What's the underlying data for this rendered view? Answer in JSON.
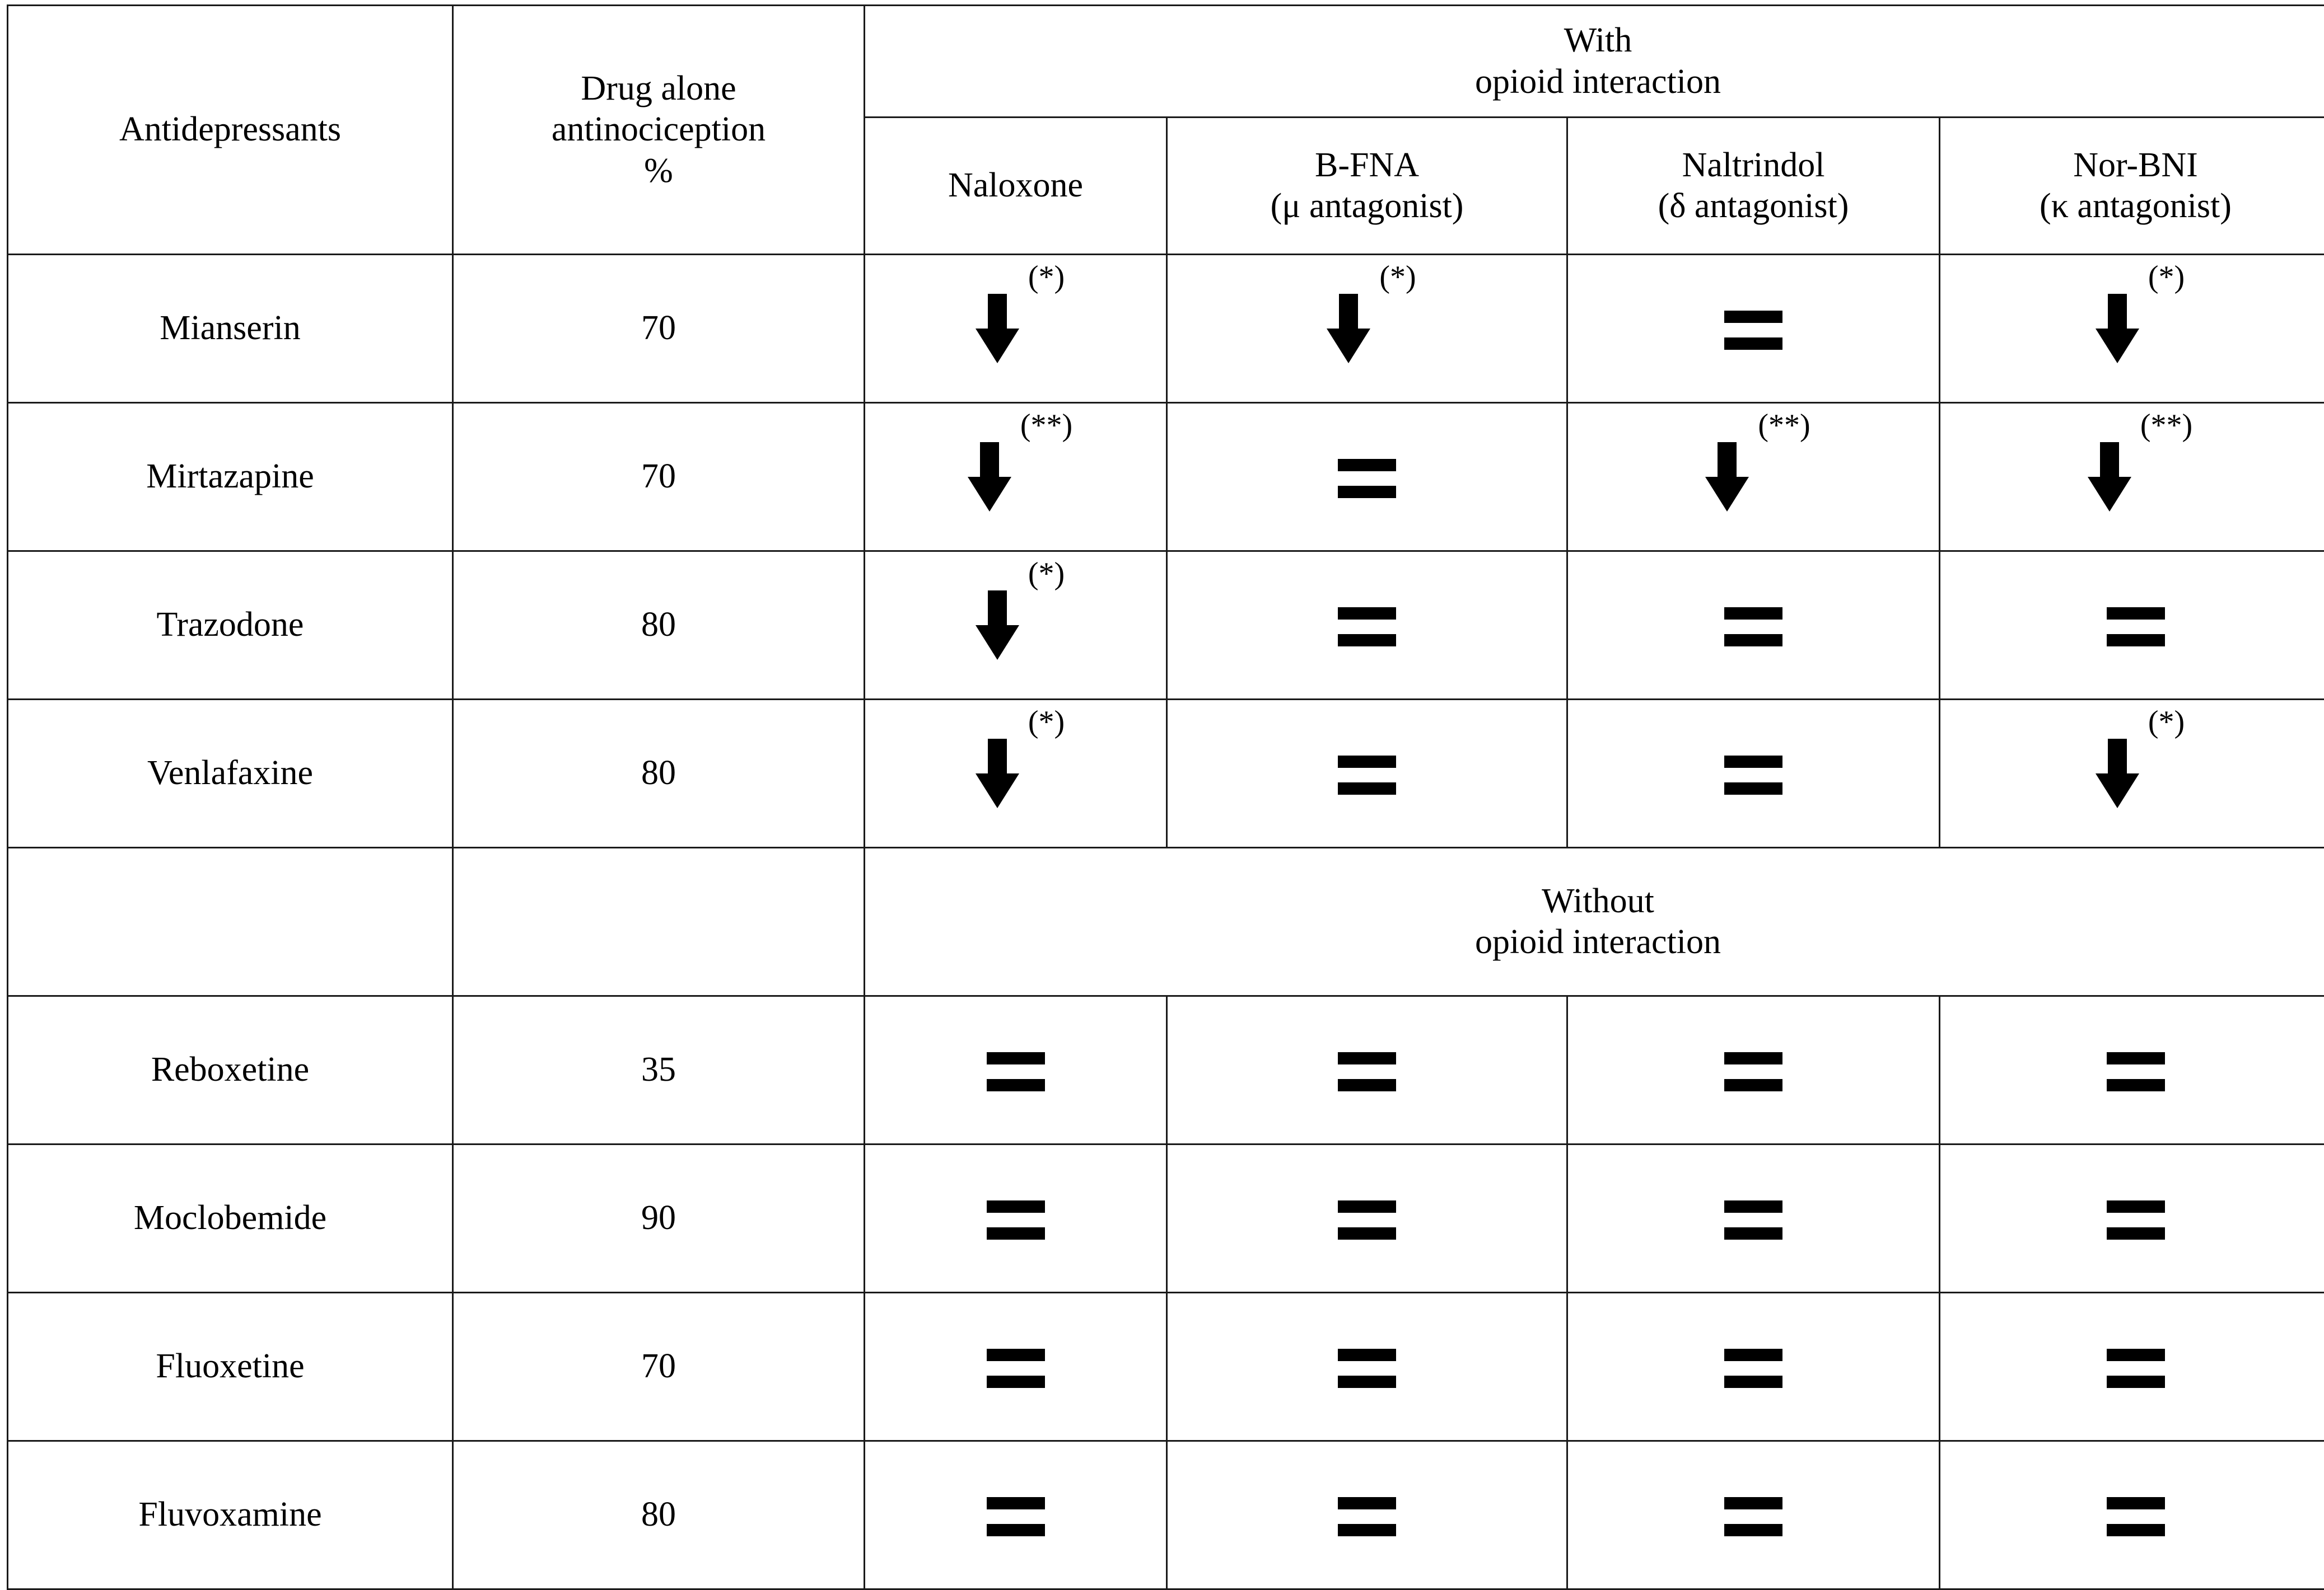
{
  "table": {
    "columns": {
      "antidepressants": "Antidepressants",
      "drug_alone": {
        "line1": "Drug alone",
        "line2": "antinociception",
        "line3": "%"
      },
      "group_with": {
        "line1": "With",
        "line2": "opioid interaction"
      },
      "group_without": {
        "line1": "Without",
        "line2": "opioid interaction"
      },
      "naloxone": {
        "line1": "Naloxone",
        "line2": ""
      },
      "bfna": {
        "line1": "B-FNA",
        "line2": "(μ antagonist)"
      },
      "naltrindol": {
        "line1": "Naltrindol",
        "line2": "(δ antagonist)"
      },
      "norbni": {
        "line1": "Nor-BNI",
        "line2": "(κ antagonist)"
      }
    },
    "symbols": {
      "decrease": "down-arrow",
      "no_change": "equals",
      "sig_one": "(*)",
      "sig_two": "(**)"
    },
    "rows_with_interaction": [
      {
        "drug": "Mianserin",
        "percent": "70",
        "naloxone": {
          "symbol": "down-arrow",
          "sig": "(*)"
        },
        "bfna": {
          "symbol": "down-arrow",
          "sig": "(*)"
        },
        "naltrindol": {
          "symbol": "equals",
          "sig": ""
        },
        "norbni": {
          "symbol": "down-arrow",
          "sig": "(*)"
        }
      },
      {
        "drug": "Mirtazapine",
        "percent": "70",
        "naloxone": {
          "symbol": "down-arrow",
          "sig": "(**)"
        },
        "bfna": {
          "symbol": "equals",
          "sig": ""
        },
        "naltrindol": {
          "symbol": "down-arrow",
          "sig": "(**)"
        },
        "norbni": {
          "symbol": "down-arrow",
          "sig": "(**)"
        }
      },
      {
        "drug": "Trazodone",
        "percent": "80",
        "naloxone": {
          "symbol": "down-arrow",
          "sig": "(*)"
        },
        "bfna": {
          "symbol": "equals",
          "sig": ""
        },
        "naltrindol": {
          "symbol": "equals",
          "sig": ""
        },
        "norbni": {
          "symbol": "equals",
          "sig": ""
        }
      },
      {
        "drug": "Venlafaxine",
        "percent": "80",
        "naloxone": {
          "symbol": "down-arrow",
          "sig": "(*)"
        },
        "bfna": {
          "symbol": "equals",
          "sig": ""
        },
        "naltrindol": {
          "symbol": "equals",
          "sig": ""
        },
        "norbni": {
          "symbol": "down-arrow",
          "sig": "(*)"
        }
      }
    ],
    "rows_without_interaction": [
      {
        "drug": "Reboxetine",
        "percent": "35",
        "naloxone": {
          "symbol": "equals",
          "sig": ""
        },
        "bfna": {
          "symbol": "equals",
          "sig": ""
        },
        "naltrindol": {
          "symbol": "equals",
          "sig": ""
        },
        "norbni": {
          "symbol": "equals",
          "sig": ""
        }
      },
      {
        "drug": "Moclobemide",
        "percent": "90",
        "naloxone": {
          "symbol": "equals",
          "sig": ""
        },
        "bfna": {
          "symbol": "equals",
          "sig": ""
        },
        "naltrindol": {
          "symbol": "equals",
          "sig": ""
        },
        "norbni": {
          "symbol": "equals",
          "sig": ""
        }
      },
      {
        "drug": "Fluoxetine",
        "percent": "70",
        "naloxone": {
          "symbol": "equals",
          "sig": ""
        },
        "bfna": {
          "symbol": "equals",
          "sig": ""
        },
        "naltrindol": {
          "symbol": "equals",
          "sig": ""
        },
        "norbni": {
          "symbol": "equals",
          "sig": ""
        }
      },
      {
        "drug": "Fluvoxamine",
        "percent": "80",
        "naloxone": {
          "symbol": "equals",
          "sig": ""
        },
        "bfna": {
          "symbol": "equals",
          "sig": ""
        },
        "naltrindol": {
          "symbol": "equals",
          "sig": ""
        },
        "norbni": {
          "symbol": "equals",
          "sig": ""
        }
      }
    ]
  }
}
